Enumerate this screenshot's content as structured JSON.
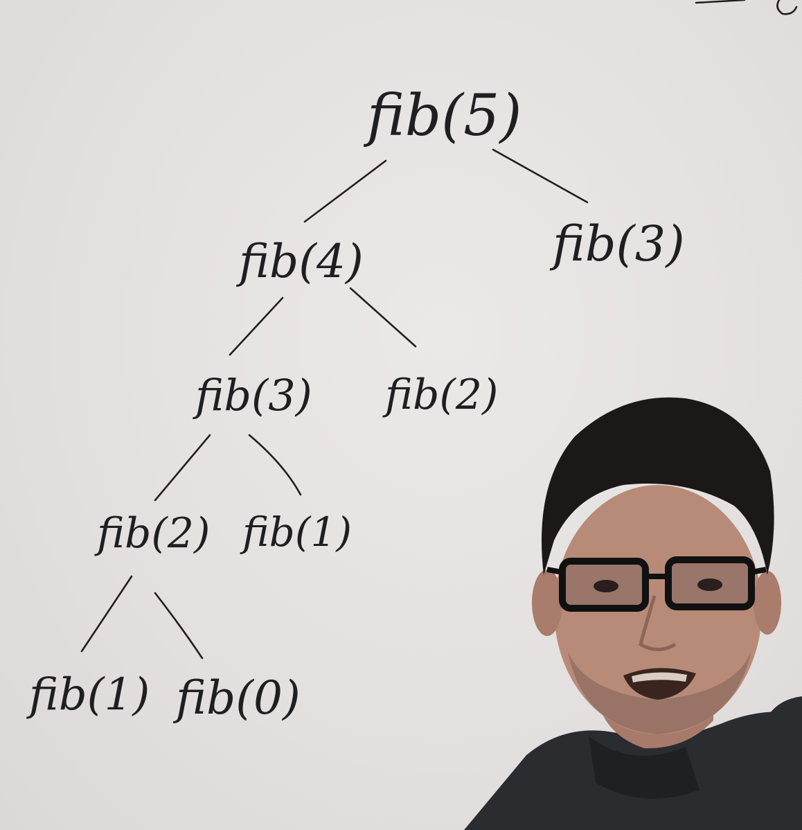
{
  "board": {
    "nodes": [
      {
        "id": "n5",
        "label": "fib(5)"
      },
      {
        "id": "n4",
        "label": "fib(4)"
      },
      {
        "id": "n3a",
        "label": "fib(3)"
      },
      {
        "id": "n3b",
        "label": "fib(3)"
      },
      {
        "id": "n2a",
        "label": "fib(2)"
      },
      {
        "id": "n2b",
        "label": "fib(2)"
      },
      {
        "id": "n1a",
        "label": "fib(1)"
      },
      {
        "id": "n1b",
        "label": "fib(1)"
      },
      {
        "id": "n0",
        "label": "fib(0)"
      }
    ],
    "edges": [
      {
        "from": "n5",
        "to": "n4"
      },
      {
        "from": "n5",
        "to": "n3a"
      },
      {
        "from": "n4",
        "to": "n3b"
      },
      {
        "from": "n4",
        "to": "n2a"
      },
      {
        "from": "n3b",
        "to": "n2b"
      },
      {
        "from": "n3b",
        "to": "n1a"
      },
      {
        "from": "n2b",
        "to": "n1b"
      },
      {
        "from": "n2b",
        "to": "n0"
      }
    ]
  },
  "presenter": {
    "description_icon": "person-presenter"
  },
  "colors": {
    "ink": "#1f1f22",
    "whiteboard": "#e6e2e2",
    "shirt": "#2a2b2e",
    "hair": "#1b1818",
    "skin": "#b98a78"
  }
}
